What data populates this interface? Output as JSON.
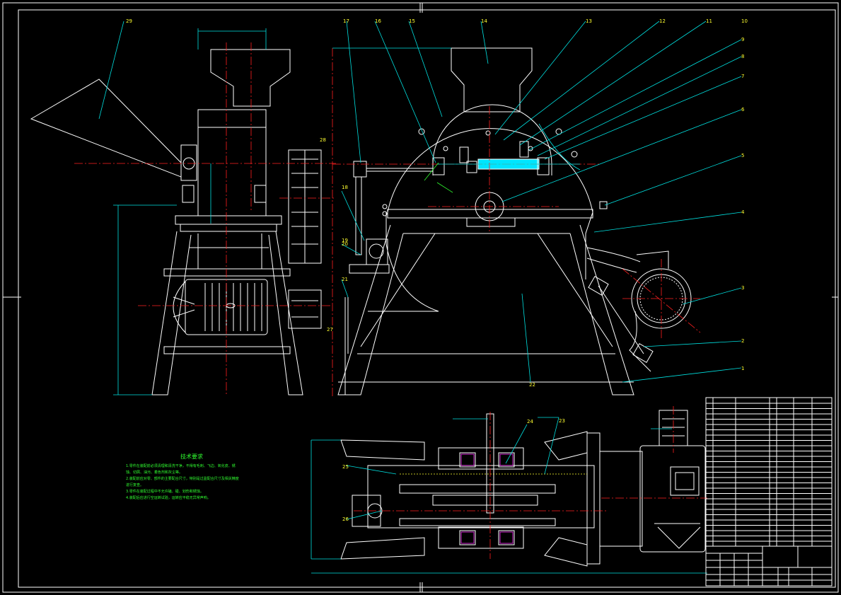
{
  "drawing": {
    "part_numbers": [
      "1",
      "2",
      "3",
      "4",
      "5",
      "6",
      "7",
      "8",
      "9",
      "10",
      "11",
      "12",
      "13",
      "14",
      "15",
      "16",
      "17",
      "18",
      "19",
      "20",
      "21",
      "22",
      "23",
      "24",
      "25",
      "26",
      "27",
      "28",
      "29"
    ],
    "tech_requirements_title": "技术要求",
    "tech_requirements_lines": [
      "1.零件在装配前必须清理和清洗干净，不得有毛刺、飞边、氧化皮、锈",
      "蚀、切屑、油污、着色剂和灰尘等。",
      "2.装配前应对零、部件的主要配合尺寸，特别是过盈配合尺寸及相关精度",
      "进行复查。",
      "3.零件在装配过程中不允许磕、碰、划伤和锈蚀。",
      "4.装配后应进行空运转试验，运转应平稳无异常声响。"
    ]
  }
}
